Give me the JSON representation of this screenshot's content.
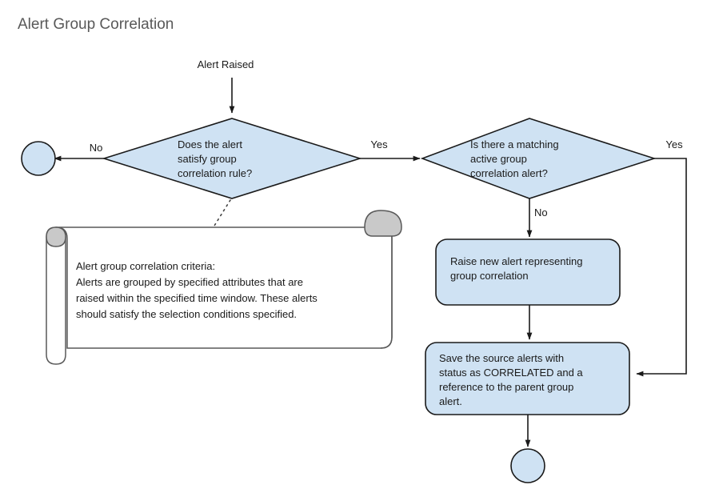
{
  "diagram": {
    "title": "Alert Group Correlation",
    "type": "flowchart",
    "nodes": [
      {
        "id": "start-label",
        "kind": "input-label",
        "label": "Alert Raised"
      },
      {
        "id": "decision-satisfy-rule",
        "kind": "decision",
        "label": "Does the alert satisfy group correlation rule?",
        "lines": [
          "Does the alert",
          "satisfy group",
          "correlation rule?"
        ]
      },
      {
        "id": "end-no-correlation",
        "kind": "terminator",
        "label": ""
      },
      {
        "id": "decision-matching-active",
        "kind": "decision",
        "label": "Is there a matching active group correlation alert?",
        "lines": [
          "Is there a matching",
          "active group",
          "correlation alert?"
        ]
      },
      {
        "id": "process-raise-new-alert",
        "kind": "process",
        "label": "Raise new alert representing group correlation",
        "lines": [
          "Raise new alert representing",
          "group correlation"
        ]
      },
      {
        "id": "process-save-source-alerts",
        "kind": "process",
        "label": "Save the source alerts with status as CORRELATED and a reference to the parent group alert.",
        "lines": [
          "Save the source alerts with",
          "status as CORRELATED and a",
          "reference to the parent group",
          "alert."
        ]
      },
      {
        "id": "end-done",
        "kind": "terminator",
        "label": ""
      }
    ],
    "edges": [
      {
        "id": "edge-start-to-decision1",
        "from": "start-label",
        "to": "decision-satisfy-rule",
        "label": ""
      },
      {
        "id": "edge-decision1-no",
        "from": "decision-satisfy-rule",
        "to": "end-no-correlation",
        "label": "No"
      },
      {
        "id": "edge-decision1-yes",
        "from": "decision-satisfy-rule",
        "to": "decision-matching-active",
        "label": "Yes"
      },
      {
        "id": "edge-decision2-no",
        "from": "decision-matching-active",
        "to": "process-raise-new-alert",
        "label": "No"
      },
      {
        "id": "edge-decision2-yes",
        "from": "decision-matching-active",
        "to": "process-save-source-alerts",
        "label": "Yes"
      },
      {
        "id": "edge-raise-to-save",
        "from": "process-raise-new-alert",
        "to": "process-save-source-alerts",
        "label": ""
      },
      {
        "id": "edge-save-to-end",
        "from": "process-save-source-alerts",
        "to": "end-done",
        "label": ""
      }
    ],
    "note": {
      "id": "note-correlation-criteria",
      "lines": [
        "Alert group correlation criteria:",
        "Alerts are grouped by specified attributes that are",
        "raised within the specified time window. These alerts",
        "should satisfy the selection conditions specified."
      ],
      "attached_to": "decision-satisfy-rule"
    },
    "colors": {
      "shape_fill": "#cfe2f3",
      "shape_stroke": "#1a1a1a",
      "note_fill": "#ffffff",
      "note_stroke": "#595959",
      "note_curl_fill": "#c9c9c9",
      "title_color": "#595959",
      "text_color": "#1a1a1a",
      "background": "#ffffff"
    }
  }
}
